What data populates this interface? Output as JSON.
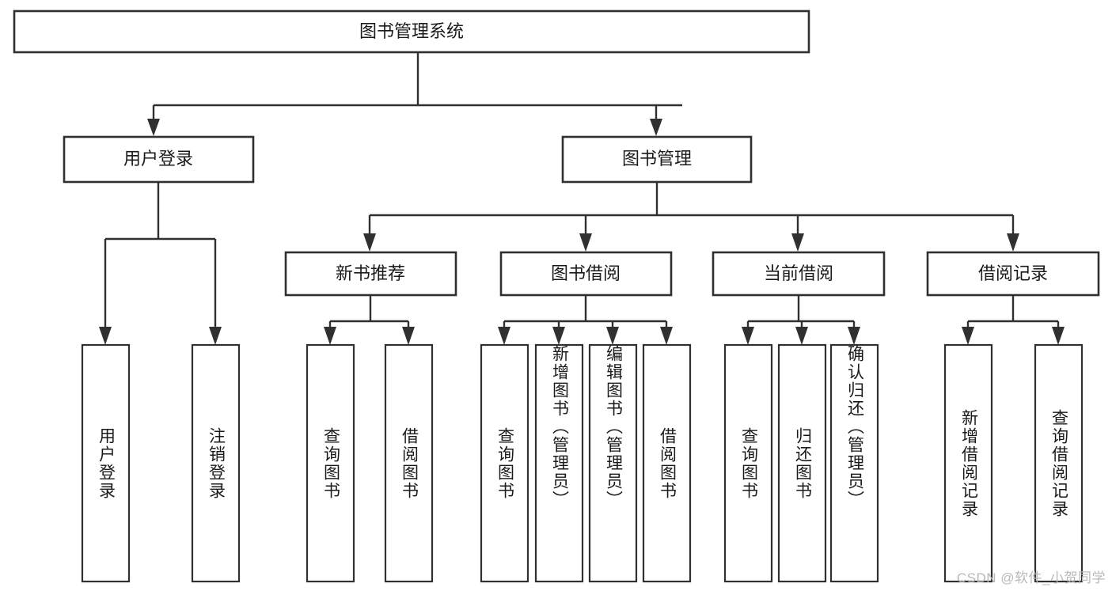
{
  "diagram": {
    "type": "tree-hierarchy",
    "title": "图书管理系统",
    "background_color": "#ffffff",
    "line_color": "#303030",
    "box_fill": "#ffffff",
    "text_color": "#1a1a1a",
    "root": {
      "id": "root",
      "label": "图书管理系统",
      "orientation": "horizontal"
    },
    "level2": [
      {
        "id": "user-login",
        "label": "用户登录",
        "orientation": "horizontal"
      },
      {
        "id": "book-management",
        "label": "图书管理",
        "orientation": "horizontal"
      }
    ],
    "level3": [
      {
        "id": "new-book-recommend",
        "label": "新书推荐",
        "orientation": "horizontal",
        "parent": "book-management"
      },
      {
        "id": "book-borrow",
        "label": "图书借阅",
        "orientation": "horizontal",
        "parent": "book-management"
      },
      {
        "id": "current-borrow",
        "label": "当前借阅",
        "orientation": "horizontal",
        "parent": "book-management"
      },
      {
        "id": "borrow-record",
        "label": "借阅记录",
        "orientation": "horizontal",
        "parent": "book-management"
      }
    ],
    "leaves": [
      {
        "id": "leaf-user-login",
        "label": "用户登录",
        "parent": "user-login",
        "orientation": "vertical"
      },
      {
        "id": "leaf-logout-login",
        "label": "注销登录",
        "parent": "user-login",
        "orientation": "vertical"
      },
      {
        "id": "leaf-query-book-1",
        "label": "查询图书",
        "parent": "new-book-recommend",
        "orientation": "vertical"
      },
      {
        "id": "leaf-borrow-book-1",
        "label": "借阅图书",
        "parent": "new-book-recommend",
        "orientation": "vertical"
      },
      {
        "id": "leaf-query-book-2",
        "label": "查询图书",
        "parent": "book-borrow",
        "orientation": "vertical"
      },
      {
        "id": "leaf-add-book",
        "label": "新增图书（管理员）",
        "parent": "book-borrow",
        "orientation": "vertical"
      },
      {
        "id": "leaf-edit-book",
        "label": "编辑图书（管理员）",
        "parent": "book-borrow",
        "orientation": "vertical"
      },
      {
        "id": "leaf-borrow-book-2",
        "label": "借阅图书",
        "parent": "book-borrow",
        "orientation": "vertical"
      },
      {
        "id": "leaf-query-book-3",
        "label": "查询图书",
        "parent": "current-borrow",
        "orientation": "vertical"
      },
      {
        "id": "leaf-return-book",
        "label": "归还图书",
        "parent": "current-borrow",
        "orientation": "vertical"
      },
      {
        "id": "leaf-confirm-return",
        "label": "确认归还（管理员）",
        "parent": "current-borrow",
        "orientation": "vertical"
      },
      {
        "id": "leaf-add-record",
        "label": "新增借阅记录",
        "parent": "borrow-record",
        "orientation": "vertical"
      },
      {
        "id": "leaf-query-record",
        "label": "查询借阅记录",
        "parent": "borrow-record",
        "orientation": "vertical"
      }
    ],
    "watermark": "CSDN @软件_小贺同学"
  }
}
